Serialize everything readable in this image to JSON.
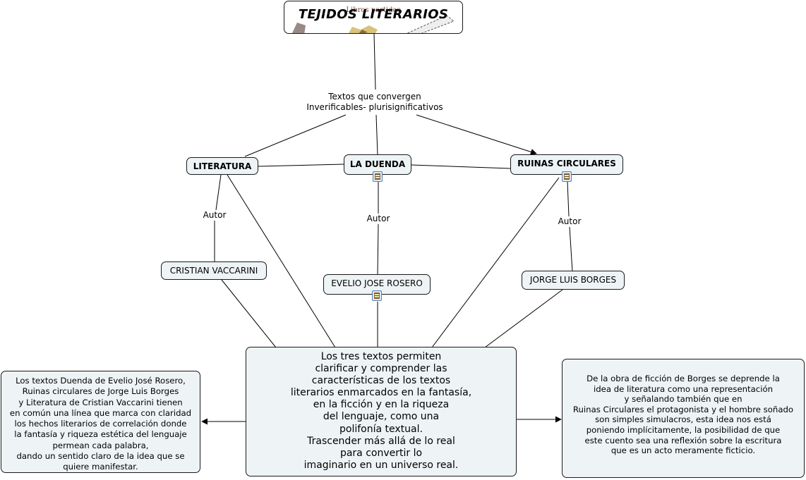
{
  "title": {
    "text": "TEJIDOS LITERARIOS",
    "subtitle": "Libros partidos"
  },
  "hub_label": "Textos que convergen\nInverificables- plurisignificativos",
  "nodes": {
    "literatura": "LITERATURA",
    "la_duenda": "LA DUENDA",
    "ruinas_circulares": "RUINAS CIRCULARES",
    "cristian_vaccarini": "CRISTIAN VACCARINI",
    "evelio_jose_rosero": "EVELIO JOSE ROSERO",
    "jorge_luis_borges": "JORGE LUIS BORGES"
  },
  "link_labels": {
    "autor_1": "Autor",
    "autor_2": "Autor",
    "autor_3": "Autor"
  },
  "center_text": "Los tres textos permiten\nclarificar y comprender  las\ncaracterísticas de los textos\nliterarios  enmarcados en la fantasía,\nen la ficción y en la riqueza\ndel lenguaje, como una\npolifonía textual.\nTrascender más allá de lo real\npara convertir lo\nimaginario en un universo real.",
  "left_text": "Los textos Duenda de Evelio José Rosero,\nRuinas circulares  de Jorge Luis Borges\n y Literatura de Cristian Vaccarini tienen\nen común una línea que marca con claridad\nlos hechos literarios de correlación donde\nla fantasía y riqueza estética del lenguaje\npermean  cada palabra,\ndando un sentido claro de la idea que se\nquiere manifestar.",
  "right_text": "De la obra de ficción de Borges se deprende la\nidea de  literatura como una representación\ny señalando también que en\nRuinas Circulares el protagonista y el hombre soñado\nson simples simulacros, esta idea nos está\nponiendo implícitamente, la posibilidad de que\neste cuento sea una reflexión sobre la escritura\nque es un  acto meramente ficticio.",
  "icons": [
    "document-icon",
    "document-icon",
    "document-icon"
  ]
}
